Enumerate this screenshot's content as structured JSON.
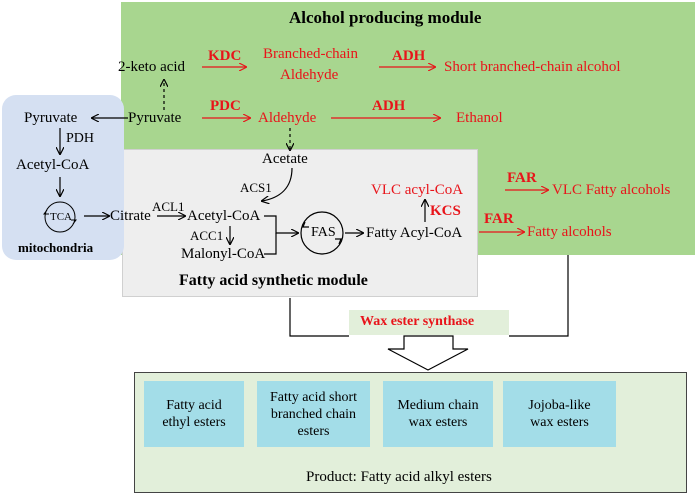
{
  "colors": {
    "red": "#e8141a",
    "alcohol_bg": "#a8d68f",
    "fatty_bg": "#eeeeee",
    "mito_bg": "#d5e0f2",
    "product_bg": "#e2efda",
    "product_box": "#a3dde8"
  },
  "alcohol_module": {
    "title": "Alcohol producing module"
  },
  "fatty_module": {
    "title": "Fatty acid synthetic module"
  },
  "mito": {
    "label": "mitochondria",
    "pyruvate": "Pyruvate",
    "pdh": "PDH",
    "acetyl_coa": "Acetyl-CoA",
    "tca": "TCA"
  },
  "nodes": {
    "keto_acid": "2-keto acid",
    "pyruvate": "Pyruvate",
    "branched_aldehyde_1": "Branched-chain",
    "branched_aldehyde_2": "Aldehyde",
    "short_branched_alcohol": "Short branched-chain alcohol",
    "aldehyde": "Aldehyde",
    "ethanol": "Ethanol",
    "acetate": "Acetate",
    "citrate": "Citrate",
    "acetyl_coa": "Acetyl-CoA",
    "malonyl_coa": "Malonyl-CoA",
    "fas": "FAS",
    "fatty_acyl_coa": "Fatty Acyl-CoA",
    "vlc_acyl_coa": "VLC acyl-CoA",
    "vlc_fatty_alcohols": "VLC Fatty alcohols",
    "fatty_alcohols": "Fatty alcohols"
  },
  "enzymes": {
    "kdc": "KDC",
    "adh1": "ADH",
    "pdc": "PDC",
    "adh2": "ADH",
    "acs1": "ACS1",
    "acl1": "ACL1",
    "acc1": "ACC1",
    "far1": "FAR",
    "far2": "FAR",
    "kcs": "KCS"
  },
  "wax": {
    "label": "Wax ester synthase"
  },
  "products": {
    "title": "Product: Fatty acid alkyl esters",
    "items": [
      "Fatty acid\nethyl esters",
      "Fatty acid short\nbranched chain\nesters",
      "Medium chain\nwax esters",
      "Jojoba-like\nwax esters"
    ]
  }
}
